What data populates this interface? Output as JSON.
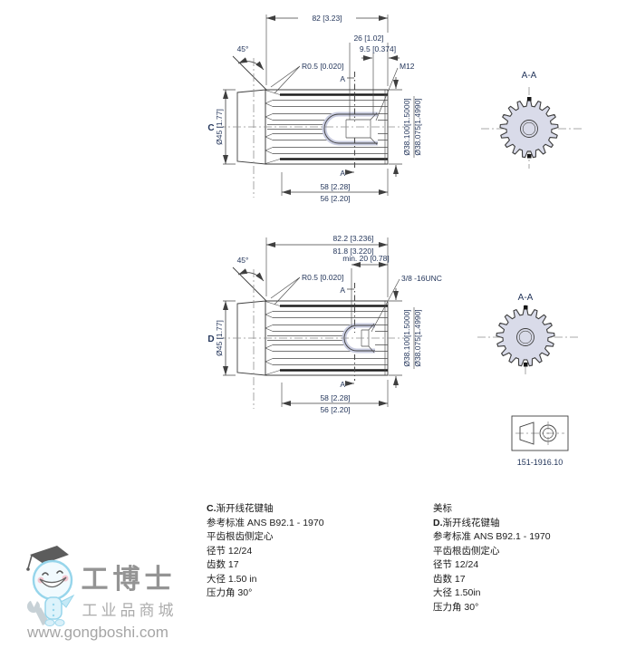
{
  "colors": {
    "line": "#3f3f3f",
    "dim_text": "#24365b",
    "gear_fill": "#d9dbe9",
    "hole_halo": "#c9cce0"
  },
  "drawing_c": {
    "view_label": "C",
    "section_title": "A-A",
    "dims": {
      "overall": "82 [3.23]",
      "offset_26": "26 [1.02]",
      "depth_9_5": "9.5 [0.374]",
      "chamfer_angle": "45°",
      "fillet": "R0.5 [0.020]",
      "thread": "M12",
      "section_mark": "A",
      "dia_shaft": "Ø45 [1.77]",
      "dia_spline_max": "Ø38.100[1.5000]",
      "dia_spline_min": "Ø38.075[1.4990]",
      "spline_len_max": "58 [2.28]",
      "spline_len_min": "56 [2.20]"
    }
  },
  "drawing_d": {
    "view_label": "D",
    "section_title": "A-A",
    "dims": {
      "overall_max": "82.2 [3.236]",
      "overall_min": "81.8 [3.220]",
      "thread_depth": "min. 20 [0.78]",
      "chamfer_angle": "45°",
      "fillet": "R0.5 [0.020]",
      "thread": "3/8 -16UNC",
      "section_mark": "A",
      "dia_shaft": "Ø45 [1.77]",
      "dia_spline_max": "Ø38.100[1.5000]",
      "dia_spline_min": "Ø38.075[1.4990]",
      "spline_len_max": "58 [2.28]",
      "spline_len_min": "56 [2.20]"
    }
  },
  "gear": {
    "teeth": 17
  },
  "figure_number": "151-1916.10",
  "notes_c": {
    "id_prefix": "C.",
    "title": "渐开线花键轴",
    "lines": [
      "参考标准 ANS B92.1 - 1970",
      "平齿根齿侧定心",
      "径节 12/24",
      "齿数 17",
      "大径 1.50 in",
      "压力角 30°"
    ]
  },
  "notes_d": {
    "header": "美标",
    "id_prefix": "D.",
    "title": "渐开线花键轴",
    "lines": [
      "参考标准 ANS B92.1 - 1970",
      "平齿根齿侧定心",
      "径节 12/24",
      "齿数 17",
      "大径 1.50in",
      "压力角 30°"
    ]
  },
  "watermark": {
    "brand": "工博士",
    "tagline": "工业品商城",
    "url": "www.gongboshi.com"
  }
}
